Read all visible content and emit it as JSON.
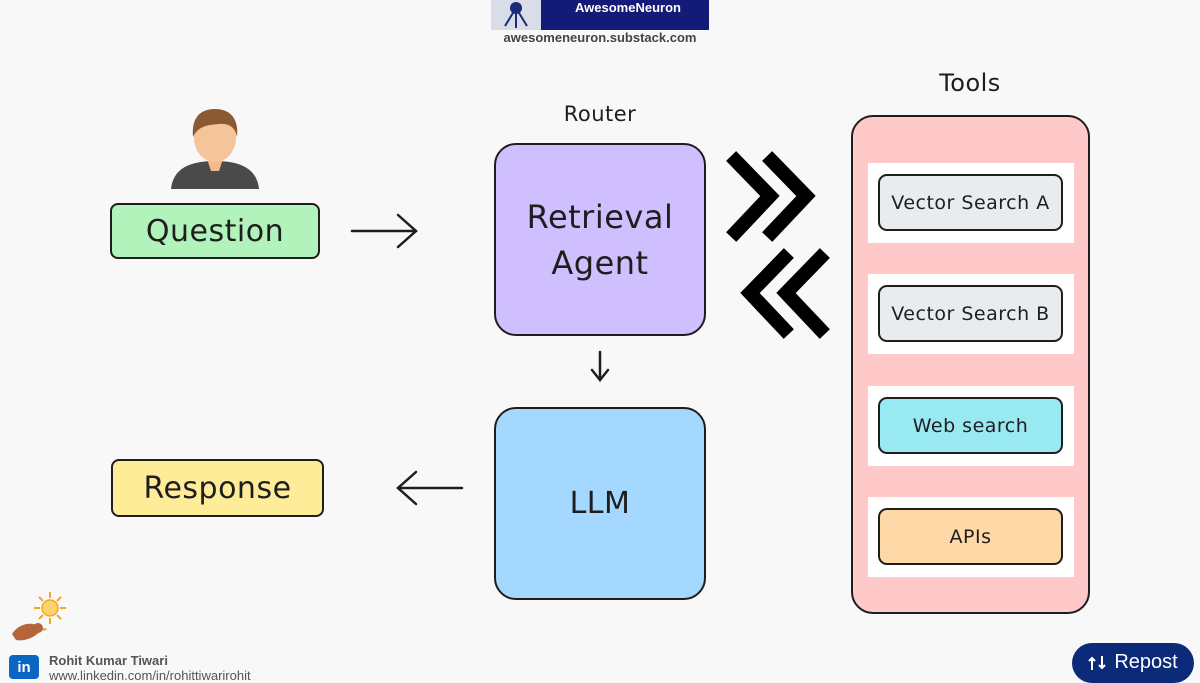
{
  "banner": {
    "brand": "AwesomeNeuron",
    "url": "awesomeneuron.substack.com"
  },
  "diagram": {
    "question": "Question",
    "router_label": "Router",
    "agent_line1": "Retrieval",
    "agent_line2": "Agent",
    "llm": "LLM",
    "response": "Response",
    "tools_label": "Tools",
    "tools": [
      "Vector Search A",
      "Vector Search B",
      "Web search",
      "APIs"
    ]
  },
  "colors": {
    "question": "#b2f2bb",
    "agent": "#d0bfff",
    "llm": "#a5d8ff",
    "response": "#ffec99",
    "tools_panel": "#ffc9c9",
    "tool_vector": "#e9ecef",
    "tool_web": "#99e9f2",
    "tool_api": "#ffd8a8"
  },
  "author": {
    "name": "Rohit Kumar Tiwari",
    "url": "www.linkedin.com/in/rohittiwarirohit"
  },
  "repost": {
    "label": "Repost"
  }
}
